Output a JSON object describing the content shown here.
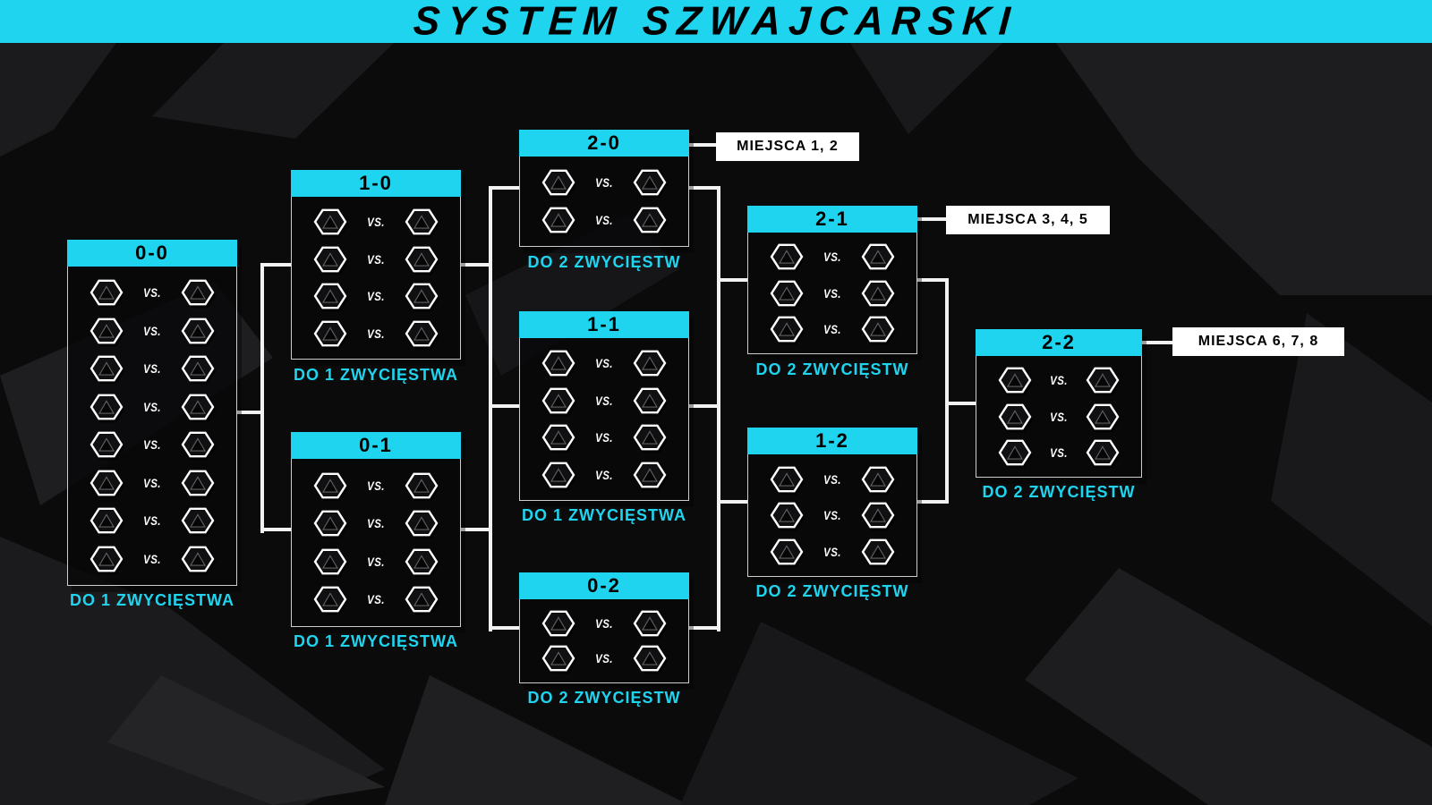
{
  "title": "SYSTEM SZWAJCARSKI",
  "vs_label": "VS.",
  "colors": {
    "accent": "#1fd4ee",
    "background": "#0b0b0c",
    "panel": "#09090a",
    "connector": "#f2f2f2",
    "callout_background": "#ffffff",
    "callout_text": "#000000"
  },
  "icons": {
    "team_placeholder": "hexagon-team-logo-icon"
  },
  "boxes": [
    {
      "record": "0-0",
      "matches": 8,
      "footer": "DO 1 ZWYCIĘSTWA"
    },
    {
      "record": "1-0",
      "matches": 4,
      "footer": "DO 1 ZWYCIĘSTWA"
    },
    {
      "record": "0-1",
      "matches": 4,
      "footer": "DO 1 ZWYCIĘSTWA"
    },
    {
      "record": "2-0",
      "matches": 2,
      "footer": "DO 2 ZWYCIĘSTW"
    },
    {
      "record": "1-1",
      "matches": 4,
      "footer": "DO 1 ZWYCIĘSTWA"
    },
    {
      "record": "0-2",
      "matches": 2,
      "footer": "DO 2 ZWYCIĘSTW"
    },
    {
      "record": "2-1",
      "matches": 3,
      "footer": "DO 2 ZWYCIĘSTW"
    },
    {
      "record": "1-2",
      "matches": 3,
      "footer": "DO 2 ZWYCIĘSTW"
    },
    {
      "record": "2-2",
      "matches": 3,
      "footer": "DO 2 ZWYCIĘSTW"
    }
  ],
  "callouts": [
    {
      "text": "MIEJSCA 1, 2"
    },
    {
      "text": "MIEJSCA 3, 4, 5"
    },
    {
      "text": "MIEJSCA 6, 7, 8"
    }
  ]
}
